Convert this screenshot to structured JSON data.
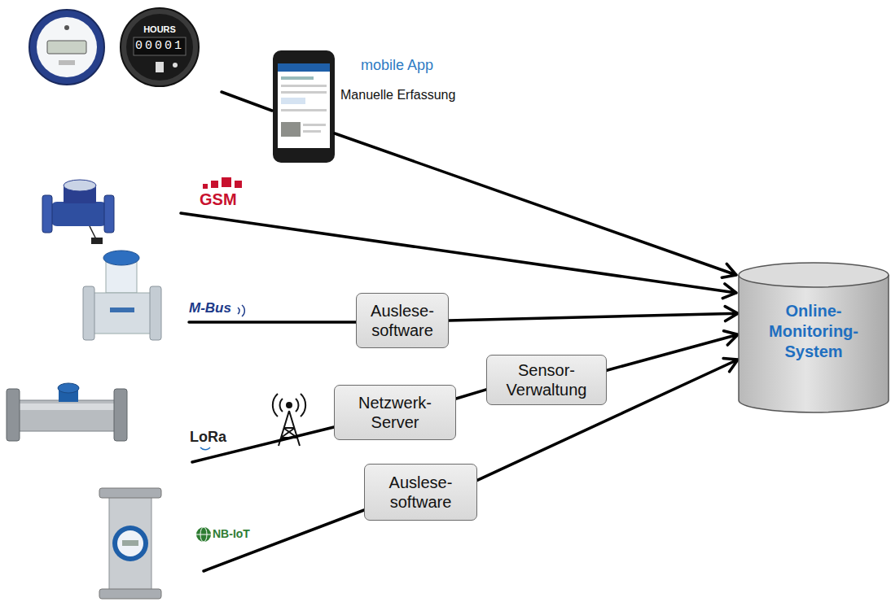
{
  "diagram": {
    "nodes": [
      {
        "text": [
          "Auslese- software"
        ]
      },
      {
        "text": [
          "Netzwerk- Server"
        ]
      },
      {
        "text": [
          "Sensor- Verwaltung"
        ]
      },
      {
        "text": [
          "Auslese- software"
        ]
      },
      {
        "text": [
          "Online- Monitoring- System"
        ]
      }
    ],
    "edges": [
      {
        "from": 0,
        "to": 4,
        "arrow": "to"
      },
      {
        "from": 1,
        "to": 2,
        "arrow": "none"
      },
      {
        "from": 2,
        "to": 4,
        "arrow": "to"
      },
      {
        "from": 3,
        "to": 4,
        "arrow": "to"
      }
    ],
    "labels": [
      "HOURS",
      "00001",
      "mobile App",
      "Manuelle Erfassung",
      "GSM",
      "M-Bus",
      "LoRa",
      "NB-IoT"
    ]
  }
}
